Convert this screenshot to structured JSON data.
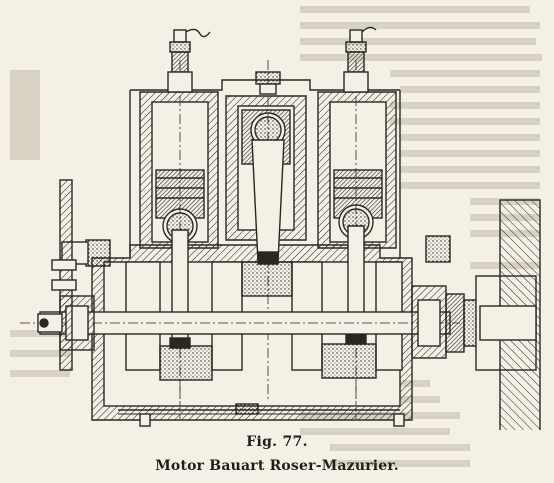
{
  "figure": {
    "number_label": "Fig. 77.",
    "caption": "Motor Bauart Roser-Mazurier."
  },
  "illustration": {
    "subject": "engine-cross-section-drawing",
    "ink_color": "#2a2722",
    "paper_color": "#f4f0e6",
    "ghost_text_color": "#d9d3c6"
  }
}
